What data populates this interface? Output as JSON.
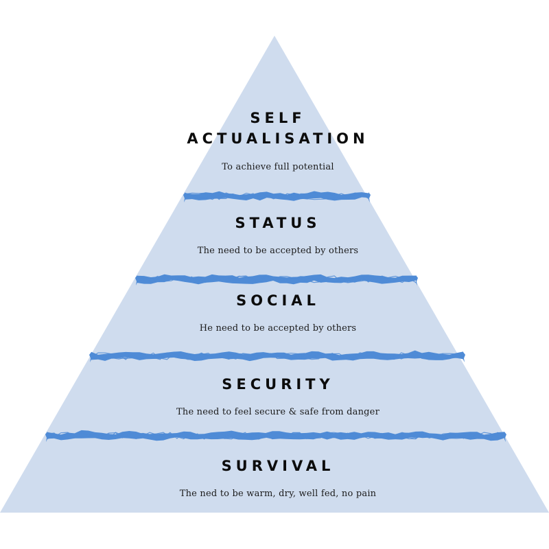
{
  "colors": {
    "pyramid_fill": "#cfdcee",
    "stroke_blue": "#4f8bd6",
    "title_text": "#0c0c0c",
    "desc_text": "#1a1a1a"
  },
  "levels": [
    {
      "title_line1": "SELF",
      "title_line2": "ACTUALISATION",
      "description": "To achieve full potential"
    },
    {
      "title_line1": "STATUS",
      "description": "The need to be accepted by others"
    },
    {
      "title_line1": "SOCIAL",
      "description": "He need to be accepted by others"
    },
    {
      "title_line1": "SECURITY",
      "description": "The need to feel secure & safe from danger"
    },
    {
      "title_line1": "SURVIVAL",
      "description": "The ned to be warm, dry, well fed, no pain"
    }
  ]
}
